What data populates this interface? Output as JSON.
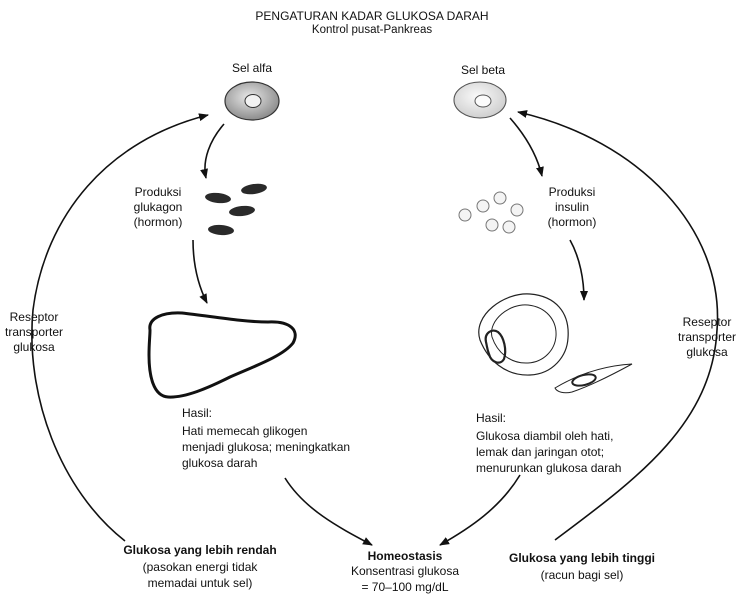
{
  "title": "PENGATURAN KADAR GLUKOSA DARAH",
  "subtitle": "Kontrol pusat-Pankreas",
  "left": {
    "cell_label": "Sel alfa",
    "production": [
      "Produksi",
      "glukagon",
      "(hormon)"
    ],
    "result_heading": "Hasil:",
    "result": [
      "Hati memecah glikogen",
      "menjadi glukosa; meningkatkan",
      "glukosa darah"
    ],
    "receptor": [
      "Reseptor",
      "transporter",
      "glukosa"
    ],
    "condition_title": "Glukosa yang lebih rendah",
    "condition_desc": [
      "(pasokan energi tidak",
      "memadai untuk sel)"
    ]
  },
  "right": {
    "cell_label": "Sel beta",
    "production": [
      "Produksi",
      "insulin",
      "(hormon)"
    ],
    "result_heading": "Hasil:",
    "result": [
      "Glukosa diambil oleh hati,",
      "lemak dan jaringan otot;",
      "menurunkan glukosa darah"
    ],
    "receptor": [
      "Reseptor",
      "transporter",
      "glukosa"
    ],
    "condition_title": "Glukosa yang lebih tinggi",
    "condition_desc": [
      "(racun bagi sel)"
    ]
  },
  "center": {
    "title": "Homeostasis",
    "desc": [
      "Konsentrasi glukosa",
      "= 70–100 mg/dL"
    ]
  }
}
